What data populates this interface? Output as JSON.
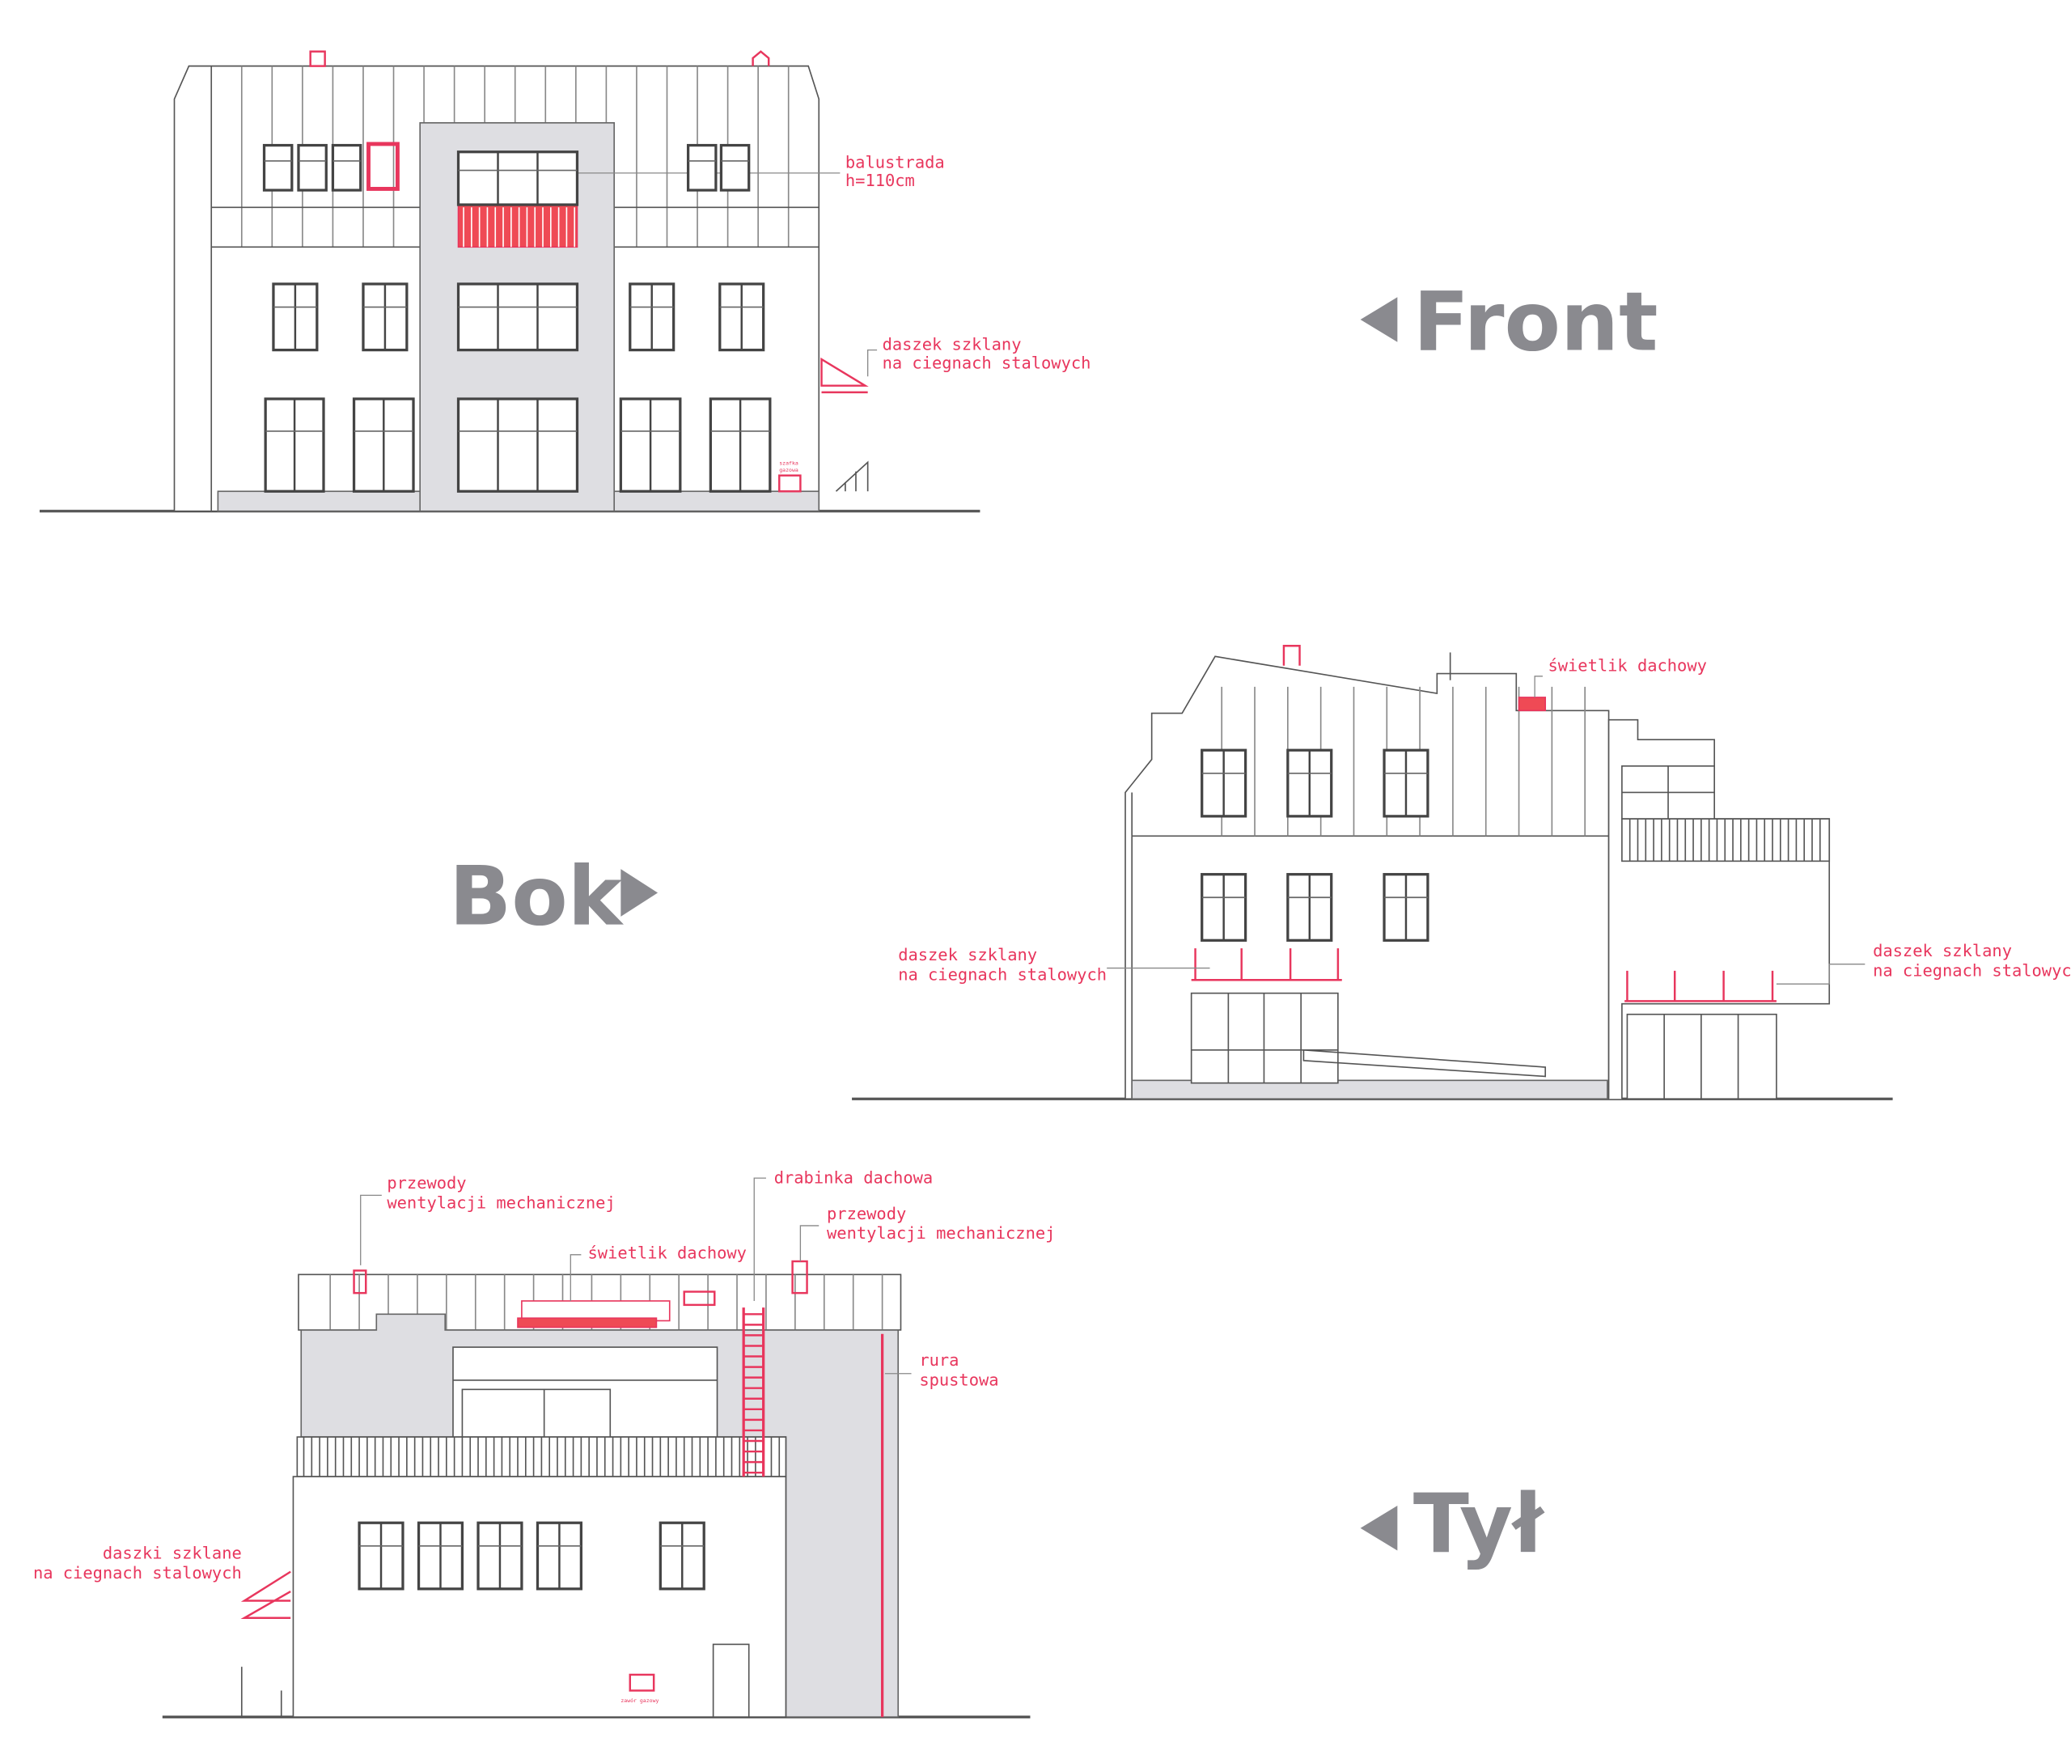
{
  "views": {
    "front": {
      "title": "Front",
      "arrow_icon": "triangle-left",
      "labels": {
        "balustrada": [
          "balustrada",
          "h=110cm"
        ],
        "daszek": [
          "daszek szklany",
          "na ciegnach stalowych"
        ],
        "szafka": [
          "szafka",
          "gazowa"
        ]
      }
    },
    "side": {
      "title": "Bok",
      "arrow_icon": "triangle-right",
      "labels": {
        "swietlik": [
          "świetlik dachowy"
        ],
        "daszek_left": [
          "daszek szklany",
          "na ciegnach stalowych"
        ],
        "daszek_right": [
          "daszek szklany",
          "na ciegnach stalowych"
        ]
      }
    },
    "rear": {
      "title": "Tył",
      "arrow_icon": "triangle-left",
      "labels": {
        "wentylacja_left": [
          "przewody",
          "wentylacji mechanicznej"
        ],
        "drabinka": [
          "drabinka dachowa"
        ],
        "wentylacja_right": [
          "przewody",
          "wentylacji mechanicznej"
        ],
        "swietlik": [
          "świetlik dachowy"
        ],
        "rura": [
          "rura",
          "spustowa"
        ],
        "daszki": [
          "daszki szklane",
          "na ciegnach stalowych"
        ],
        "zawor": [
          "zawór gazowy"
        ]
      }
    }
  },
  "colors": {
    "annotation": "#e8365d",
    "title_gray": "#8a8a8f",
    "line": "#555555",
    "brick": "#dedee2"
  }
}
